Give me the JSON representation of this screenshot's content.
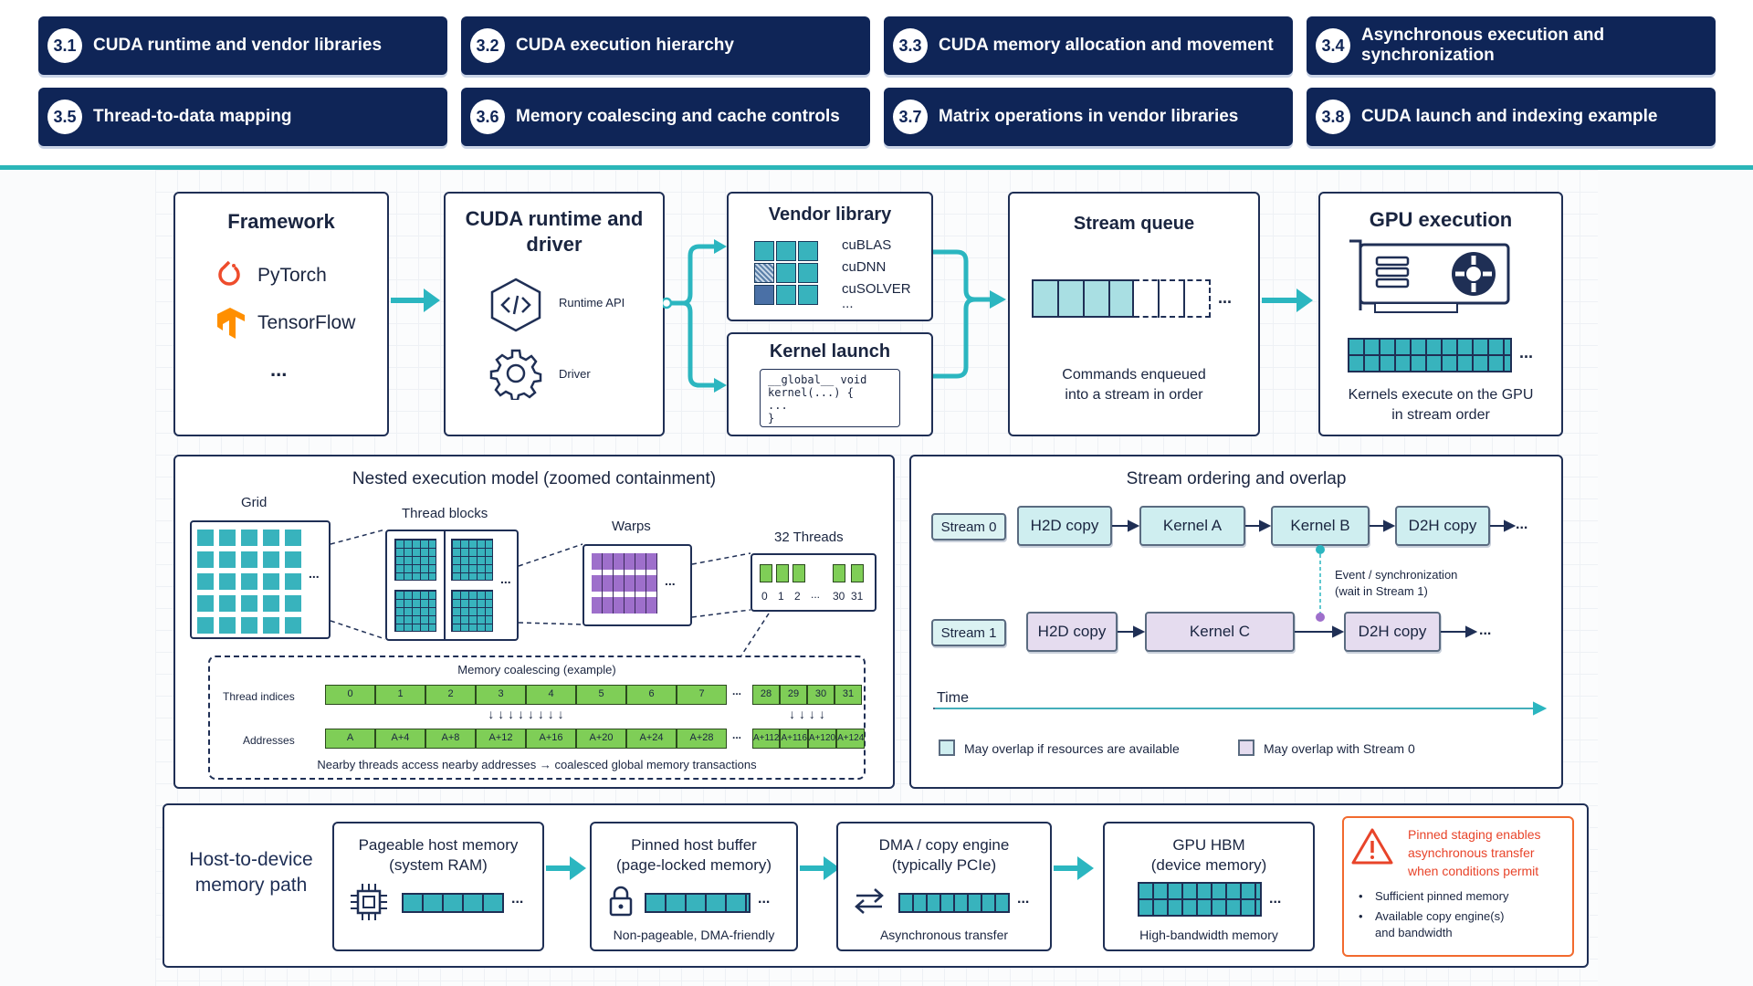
{
  "tabs": [
    {
      "num": "3.1",
      "label": "CUDA runtime and vendor libraries"
    },
    {
      "num": "3.2",
      "label": "CUDA execution hierarchy"
    },
    {
      "num": "3.3",
      "label": "CUDA memory allocation and movement"
    },
    {
      "num": "3.4",
      "label": "Asynchronous execution and synchronization"
    },
    {
      "num": "3.5",
      "label": "Thread-to-data mapping"
    },
    {
      "num": "3.6",
      "label": "Memory coalescing and cache controls"
    },
    {
      "num": "3.7",
      "label": "Matrix operations in vendor libraries"
    },
    {
      "num": "3.8",
      "label": "CUDA launch and indexing example"
    }
  ],
  "pipeline": {
    "framework": {
      "title": "Framework",
      "items": [
        "PyTorch",
        "TensorFlow",
        "..."
      ]
    },
    "runtime": {
      "title": "CUDA runtime and driver",
      "api": "Runtime API",
      "driver": "Driver"
    },
    "vendor": {
      "title": "Vendor library",
      "libs": [
        "cuBLAS",
        "cuDNN",
        "cuSOLVER",
        "..."
      ]
    },
    "kernel": {
      "title": "Kernel launch",
      "code": [
        "__global__ void",
        "kernel(...) {",
        "...",
        "}"
      ]
    },
    "stream": {
      "title": "Stream queue",
      "caption1": "Commands enqueued",
      "caption2": "into a stream in order"
    },
    "gpu": {
      "title": "GPU execution",
      "caption1": "Kernels execute on the GPU",
      "caption2": "in stream order"
    }
  },
  "nested": {
    "title": "Nested execution model (zoomed containment)",
    "grid": "Grid",
    "blocks": "Thread blocks",
    "warps": "Warps",
    "threads": "32 Threads",
    "thread_ids": [
      "0",
      "1",
      "2",
      "...",
      "30",
      "31"
    ],
    "coalesce": {
      "title": "Memory coalescing (example)",
      "row1_label": "Thread indices",
      "row2_label": "Addresses",
      "indices": [
        "0",
        "1",
        "2",
        "3",
        "4",
        "5",
        "6",
        "7"
      ],
      "indices_end": [
        "28",
        "29",
        "30",
        "31"
      ],
      "addresses": [
        "A",
        "A+4",
        "A+8",
        "A+12",
        "A+16",
        "A+20",
        "A+24",
        "A+28"
      ],
      "addresses_end": [
        "A+112",
        "A+116",
        "A+120",
        "A+124"
      ],
      "caption": "Nearby threads access nearby addresses → coalesced global memory transactions"
    }
  },
  "streams": {
    "title": "Stream ordering and overlap",
    "s0": {
      "label": "Stream 0",
      "ops": [
        "H2D copy",
        "Kernel A",
        "Kernel B",
        "D2H copy"
      ]
    },
    "s1": {
      "label": "Stream 1",
      "ops": [
        "H2D copy",
        "Kernel C",
        "D2H copy"
      ]
    },
    "event1": "Event / synchronization",
    "event2": "(wait in Stream 1)",
    "time": "Time",
    "legend1": "May overlap if resources are available",
    "legend2": "May overlap with Stream 0"
  },
  "h2d": {
    "title1": "Host-to-device",
    "title2": "memory path",
    "pageable": {
      "t1": "Pageable host memory",
      "t2": "(system RAM)"
    },
    "pinned": {
      "t1": "Pinned host buffer",
      "t2": "(page-locked memory)",
      "caption": "Non-pageable, DMA-friendly"
    },
    "dma": {
      "t1": "DMA / copy engine",
      "t2": "(typically PCIe)",
      "caption": "Asynchronous transfer"
    },
    "hbm": {
      "t1": "GPU HBM",
      "t2": "(device memory)",
      "caption": "High-bandwidth memory"
    },
    "note": {
      "l1": "Pinned staging enables",
      "l2": "asynchronous transfer",
      "l3": "when conditions permit",
      "b1": "Sufficient pinned memory",
      "b2": "Available copy engine(s)",
      "b3": "and bandwidth"
    }
  }
}
